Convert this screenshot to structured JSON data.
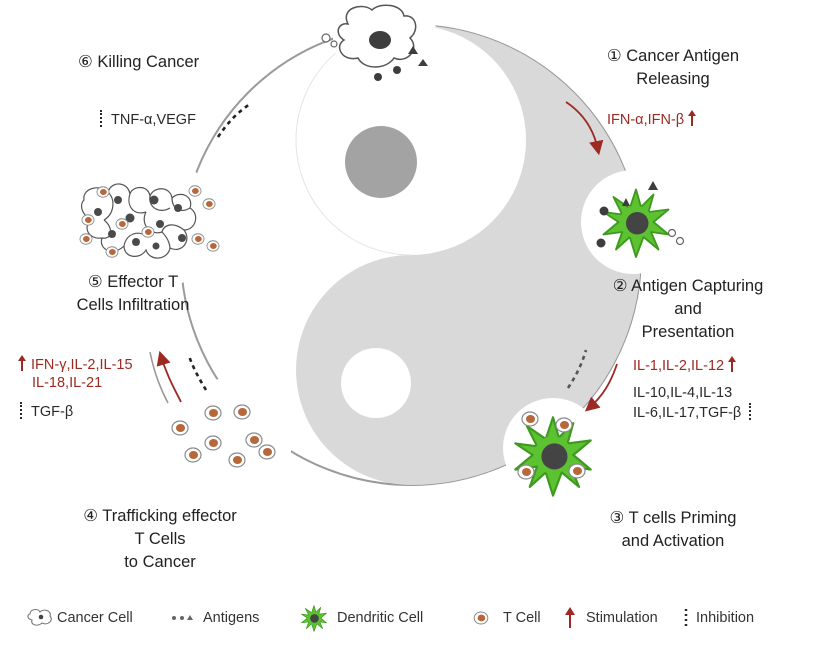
{
  "steps": {
    "s1": [
      "① Cancer Antigen",
      "Releasing"
    ],
    "s2": [
      "② Antigen Capturing",
      "and",
      "Presentation"
    ],
    "s3": [
      "③ T cells Priming",
      "and Activation"
    ],
    "s4": [
      "④ Trafficking effector",
      "T Cells",
      "to Cancer"
    ],
    "s5": [
      "⑤ Effector T",
      "Cells Infiltration"
    ],
    "s6": [
      "⑥ Killing  Cancer"
    ]
  },
  "cytokines": {
    "s1_stim": "IFN-α,IFN-β",
    "s3_stim": "IL-1,IL-2,IL-12",
    "s3_inhib_1": "IL-10,IL-4,IL-13",
    "s3_inhib_2": "IL-6,IL-17,TGF-β",
    "s5_stim_1": "IFN-γ,IL-2,IL-15",
    "s5_stim_2": "IL-18,IL-21",
    "s5_inhib": "TGF-β",
    "s6_inhib": "TNF-α,VEGF"
  },
  "legend": {
    "cancer_cell": "Cancer Cell",
    "antigens": "Antigens",
    "dendritic_cell": "Dendritic Cell",
    "t_cell": "T Cell",
    "stimulation": "Stimulation",
    "inhibition": "Inhibition"
  },
  "colors": {
    "stimulation": "#9c2a22",
    "dendritic": "#5cc232",
    "tcell": "#b8673a",
    "yin": "#d9d9d9",
    "ring": "#9a9a9a"
  },
  "icons": {
    "cancer": "cancer-cell-icon",
    "antigen": "antigens-icon",
    "dendritic": "dendritic-cell-icon",
    "tcell": "t-cell-icon",
    "stimulation": "up-arrow-icon",
    "inhibition": "dotted-bar-icon"
  }
}
